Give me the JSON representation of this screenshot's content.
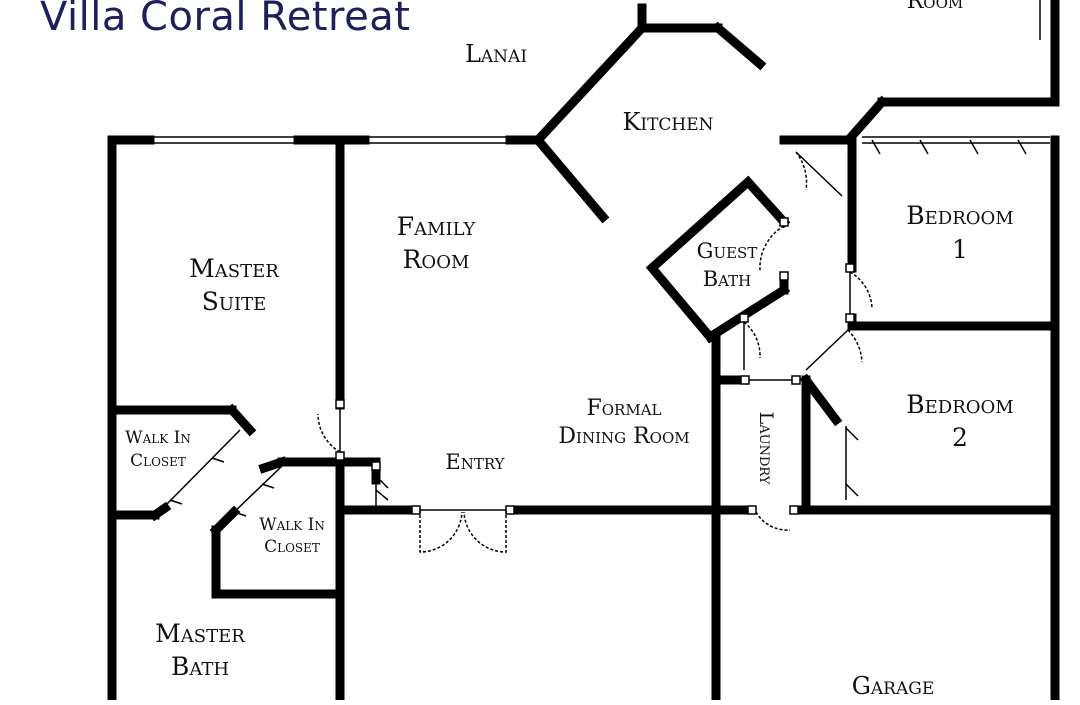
{
  "title": "Villa Coral Retreat",
  "rooms": {
    "top_right": "Room",
    "lanai": "Lanai",
    "kitchen": "Kitchen",
    "family_room": [
      "Family",
      "Room"
    ],
    "master_suite": [
      "Master",
      "Suite"
    ],
    "guest_bath": [
      "Guest",
      "Bath"
    ],
    "bedroom1": [
      "Bedroom",
      "1"
    ],
    "bedroom2": [
      "Bedroom",
      "2"
    ],
    "formal_dining": [
      "Formal",
      "Dining Room"
    ],
    "entry": "Entry",
    "laundry": "Laundry",
    "walk_in_closet_1": [
      "Walk In",
      "Closet"
    ],
    "walk_in_closet_2": [
      "Walk In",
      "Closet"
    ],
    "master_bath": [
      "Master",
      "Bath"
    ],
    "garage": "Garage"
  },
  "colors": {
    "wall": "#000000",
    "title": "#1f1f5c",
    "label": "#111111"
  }
}
